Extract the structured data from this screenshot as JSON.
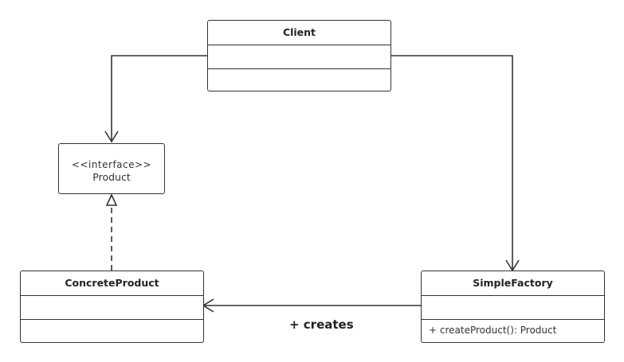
{
  "diagram": {
    "classes": {
      "client": {
        "name": "Client",
        "attributes": "",
        "methods": ""
      },
      "product": {
        "stereotype": "<<interface>>",
        "name": "Product"
      },
      "concrete_product": {
        "name": "ConcreteProduct",
        "attributes": "",
        "methods": ""
      },
      "simple_factory": {
        "name": "SimpleFactory",
        "attributes": "",
        "methods": "+ createProduct(): Product"
      }
    },
    "relations": {
      "creates_label": "+ creates"
    },
    "colors": {
      "line": "#333333",
      "background": "#ffffff"
    }
  }
}
